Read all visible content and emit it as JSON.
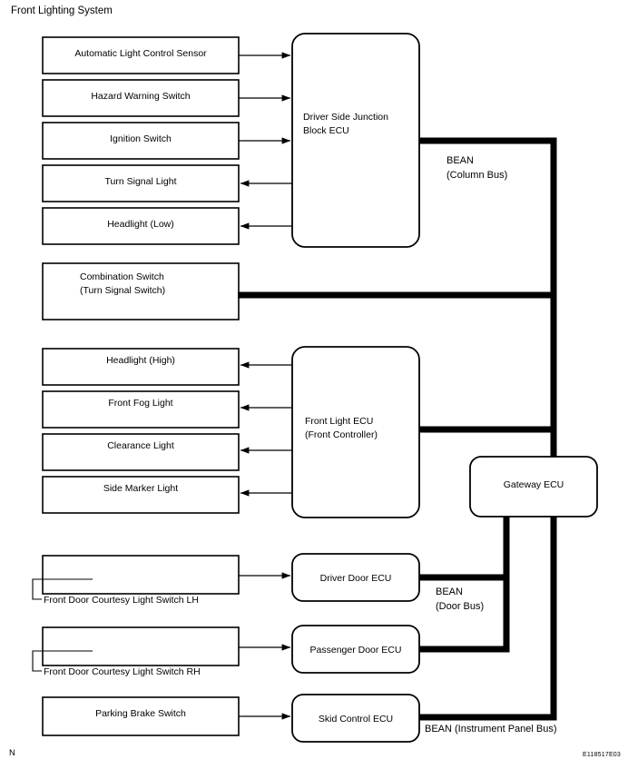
{
  "title": "Front Lighting System",
  "page_marker": "N",
  "figure_code": "E118517E03",
  "inputs_upper": [
    {
      "label": "Automatic Light Control Sensor",
      "direction": "to-ecu"
    },
    {
      "label": "Hazard Warning Switch",
      "direction": "to-ecu"
    },
    {
      "label": "Ignition Switch",
      "direction": "to-ecu"
    },
    {
      "label": "Turn Signal Light",
      "direction": "from-ecu"
    },
    {
      "label": "Headlight (Low)",
      "direction": "from-ecu"
    }
  ],
  "combination_switch": {
    "line1": "Combination Switch",
    "line2": "(Turn Signal Switch)"
  },
  "outputs_front_light": [
    {
      "label": "Headlight (High)",
      "direction": "from-ecu"
    },
    {
      "label": "Front Fog Light",
      "direction": "from-ecu"
    },
    {
      "label": "Clearance Light",
      "direction": "from-ecu"
    },
    {
      "label": "Side Marker Light",
      "direction": "from-ecu"
    }
  ],
  "door_switches": [
    {
      "callout": "Front Door Courtesy Light Switch LH"
    },
    {
      "callout": "Front Door Courtesy Light Switch RH"
    }
  ],
  "parking_brake": {
    "label": "Parking Brake Switch"
  },
  "ecus": {
    "driver_side_junction": {
      "line1": "Driver Side Junction",
      "line2": "Block ECU"
    },
    "front_light": {
      "line1": "Front Light ECU",
      "line2": "(Front Controller)"
    },
    "gateway": {
      "label": "Gateway ECU"
    },
    "driver_door": {
      "label": "Driver Door ECU"
    },
    "passenger_door": {
      "label": "Passenger Door ECU"
    },
    "skid_control": {
      "label": "Skid Control ECU"
    }
  },
  "buses": [
    {
      "name": "column-bus",
      "line1": "BEAN",
      "line2": "(Column Bus)"
    },
    {
      "name": "door-bus",
      "line1": "BEAN",
      "line2": "(Door Bus)"
    },
    {
      "name": "instrument-panel-bus",
      "line1": "BEAN (Instrument Panel Bus)"
    }
  ],
  "colors": {
    "ink": "#000000",
    "paper": "#ffffff"
  }
}
